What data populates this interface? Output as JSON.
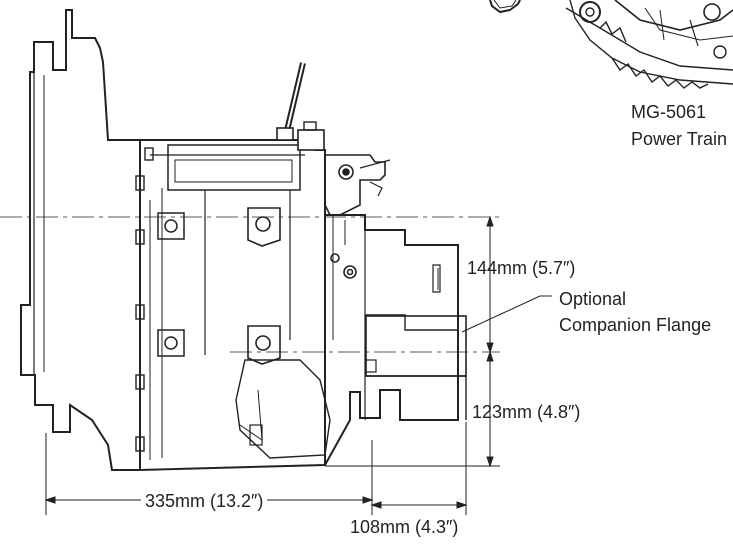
{
  "inset": {
    "model": "MG-5061",
    "caption": "Power Train"
  },
  "dimensions": {
    "upper_height": "144mm (5.7″)",
    "lower_height": "123mm (4.8″)",
    "length_main": "335mm (13.2″)",
    "length_extension": "108mm (4.3″)"
  },
  "callout": {
    "line1": "Optional",
    "line2": "Companion Flange"
  },
  "colors": {
    "ink": "#222222",
    "paper": "#ffffff"
  }
}
